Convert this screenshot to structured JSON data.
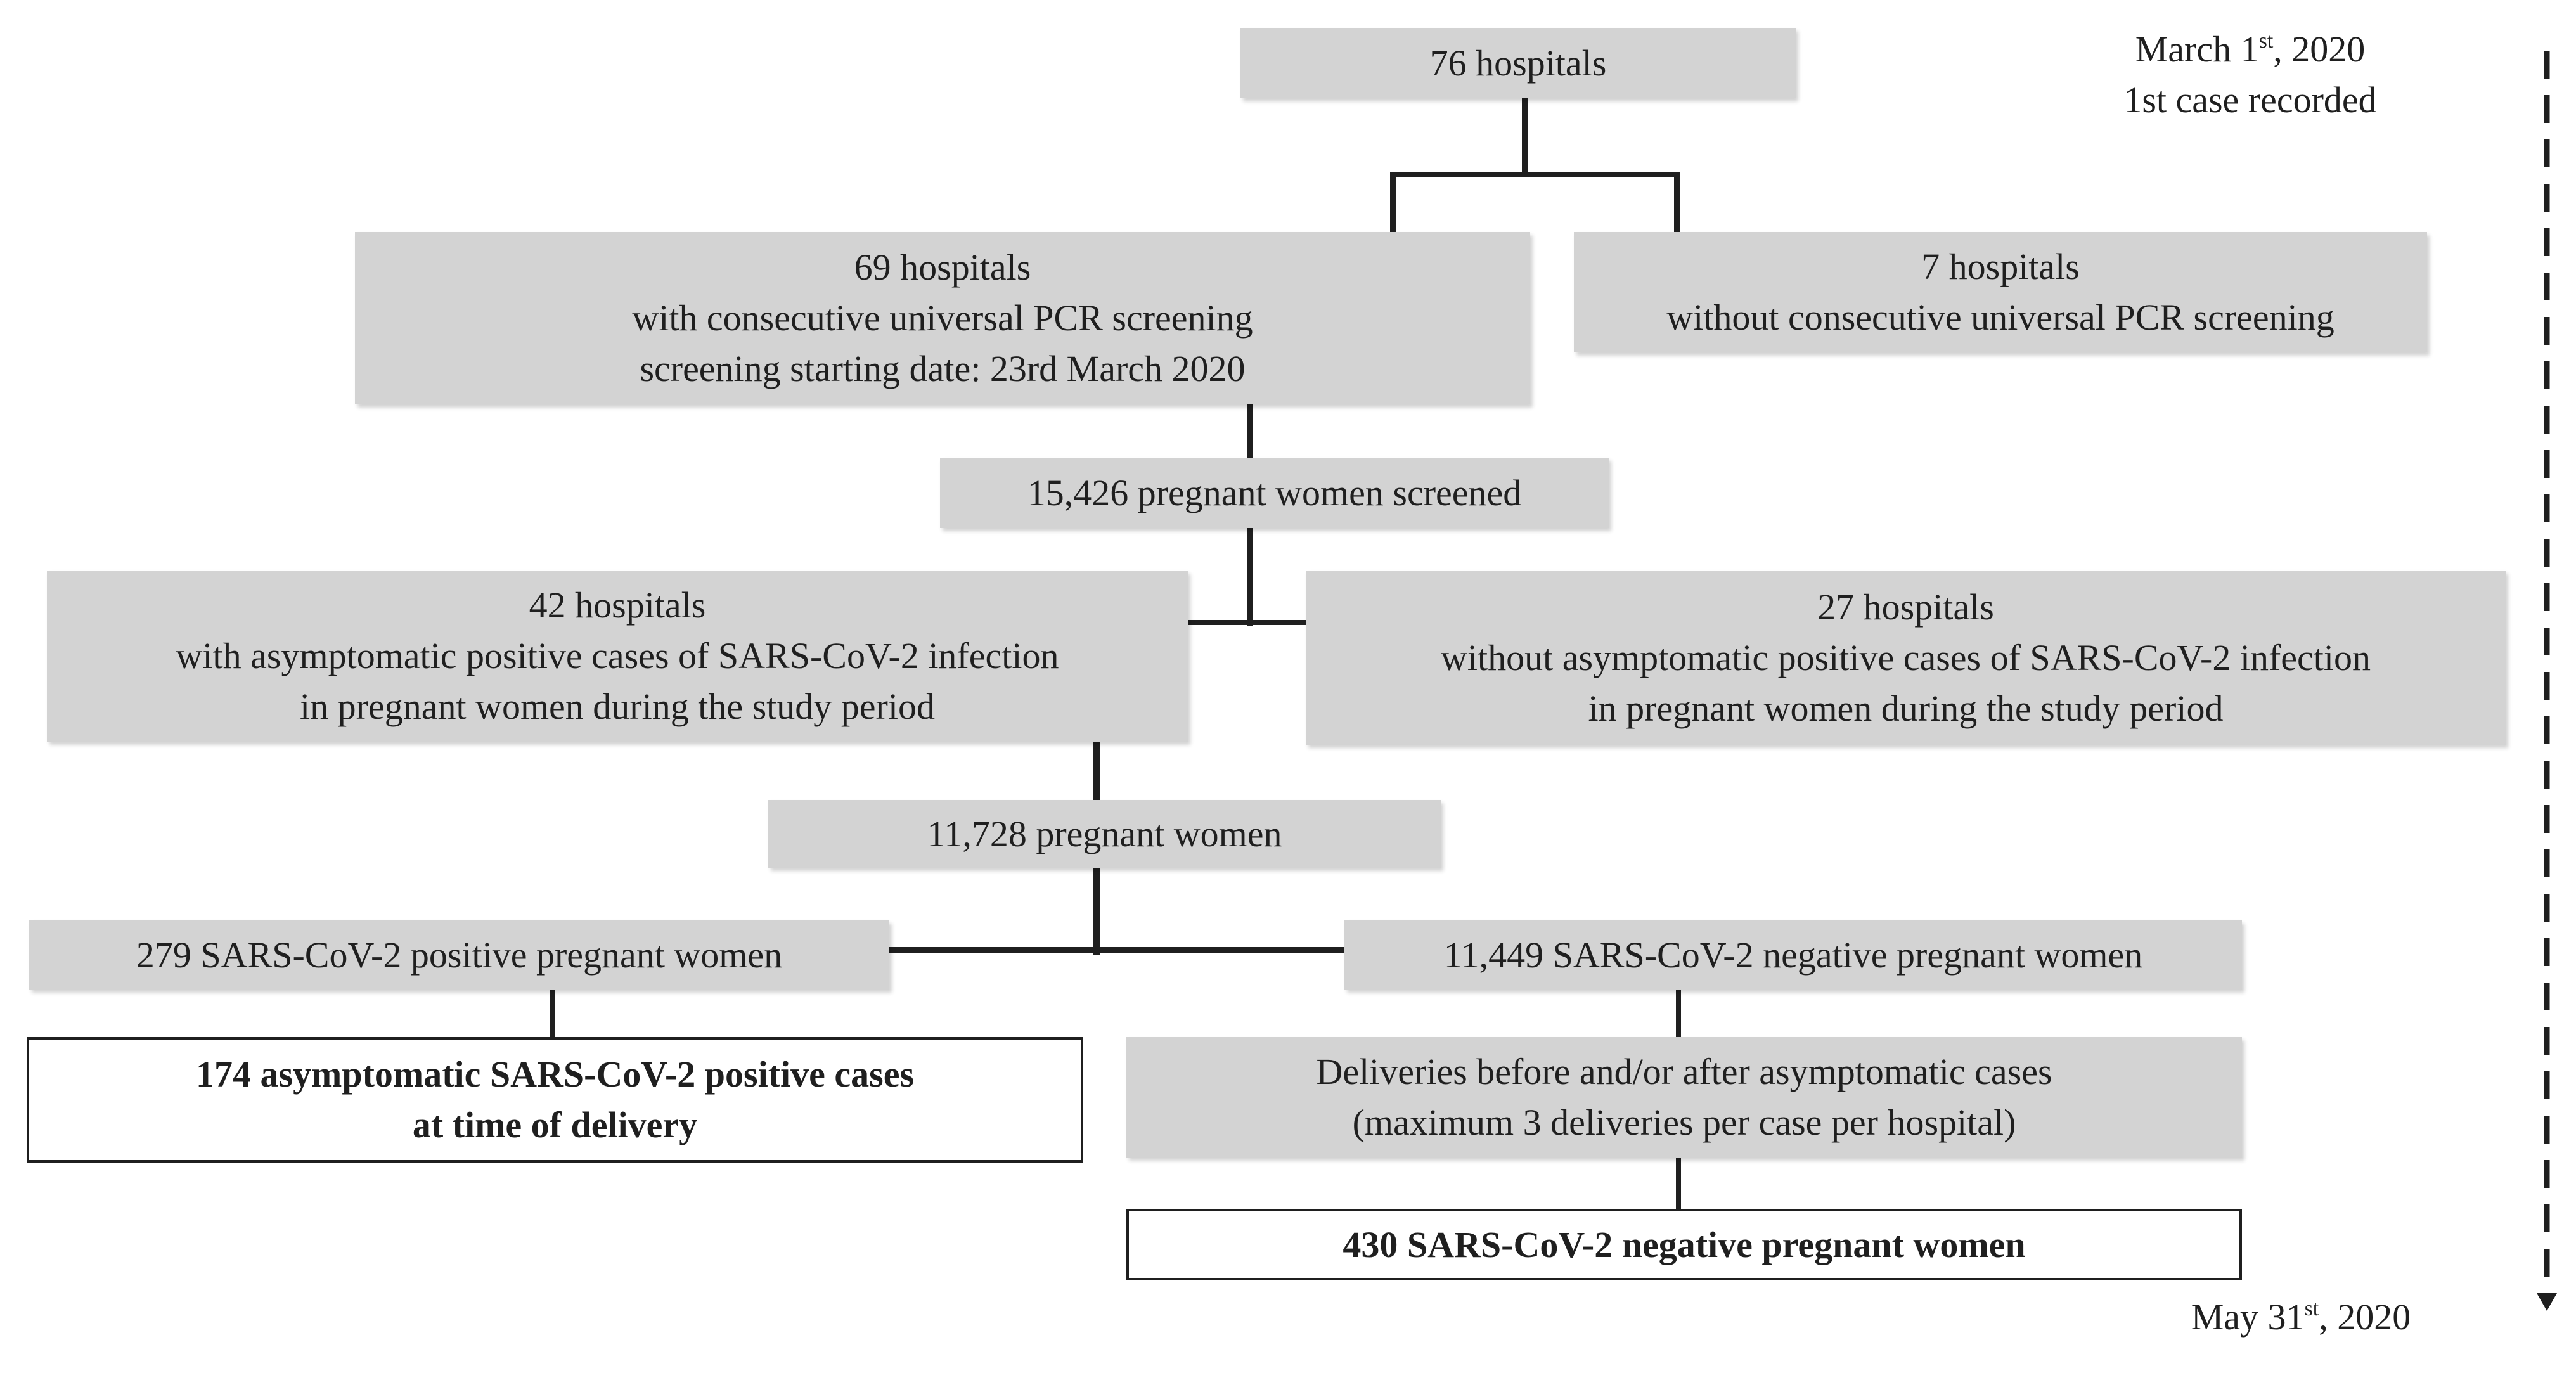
{
  "boxes": {
    "b76": [
      "76 hospitals"
    ],
    "b69": [
      "69 hospitals",
      "with consecutive universal PCR screening",
      "screening starting date: 23rd March 2020"
    ],
    "b7": [
      "7 hospitals",
      "without consecutive universal PCR screening"
    ],
    "b15426": [
      "15,426 pregnant women screened"
    ],
    "b42": [
      "42 hospitals",
      "with asymptomatic positive cases of SARS-CoV-2 infection",
      "in pregnant women during the study period"
    ],
    "b27": [
      "27 hospitals",
      "without asymptomatic positive cases of SARS-CoV-2 infection",
      "in pregnant women during the study period"
    ],
    "b11728": [
      "11,728 pregnant women"
    ],
    "b279": [
      "279 SARS-CoV-2 positive pregnant women"
    ],
    "b11449": [
      "11,449 SARS-CoV-2 negative pregnant women"
    ],
    "b174": [
      "174 asymptomatic SARS-CoV-2 positive cases",
      "at time of delivery"
    ],
    "bdel": [
      "Deliveries before and/or after asymptomatic cases",
      "(maximum 3 deliveries per case per hospital)"
    ],
    "b430": [
      "430 SARS-CoV-2 negative pregnant women"
    ]
  },
  "timeline": {
    "start": {
      "month": "March 1",
      "suffix": "st",
      "year": ", 2020",
      "event": "1st case recorded"
    },
    "end": {
      "month": "May 31",
      "suffix": "st",
      "year": ", 2020"
    }
  }
}
